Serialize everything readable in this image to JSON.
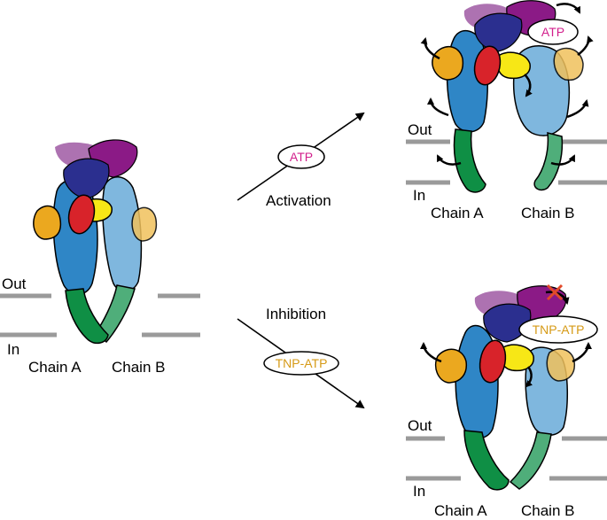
{
  "colors": {
    "chainA_body": "#2f86c6",
    "chainB_body": "#7fb7de",
    "chainA_tm": "#0f8f45",
    "chainB_tm": "#4fae7a",
    "dark_blue": "#2b2f8f",
    "purple": "#8b1a86",
    "light_purple": "#a463a8",
    "red": "#d8232a",
    "yellow": "#f7e716",
    "orange": "#eba81f",
    "light_orange": "#f0c15c",
    "membrane": "#9a9a9a",
    "atp_text": "#d21f8c",
    "tnp_text": "#d69a16",
    "block_x": "#e24a2a"
  },
  "panels": {
    "rest": {
      "out_label": "Out",
      "in_label": "In",
      "chain_a_label": "Chain A",
      "chain_b_label": "Chain B"
    },
    "activated": {
      "out_label": "Out",
      "in_label": "In",
      "chain_a_label": "Chain A",
      "chain_b_label": "Chain B",
      "ligand": "ATP"
    },
    "inhibited": {
      "out_label": "Out",
      "in_label": "In",
      "chain_a_label": "Chain A",
      "chain_b_label": "Chain B",
      "ligand": "TNP-ATP"
    }
  },
  "arrows": {
    "activation": {
      "label": "Activation",
      "ligand": "ATP"
    },
    "inhibition": {
      "label": "Inhibition",
      "ligand": "TNP-ATP"
    }
  }
}
